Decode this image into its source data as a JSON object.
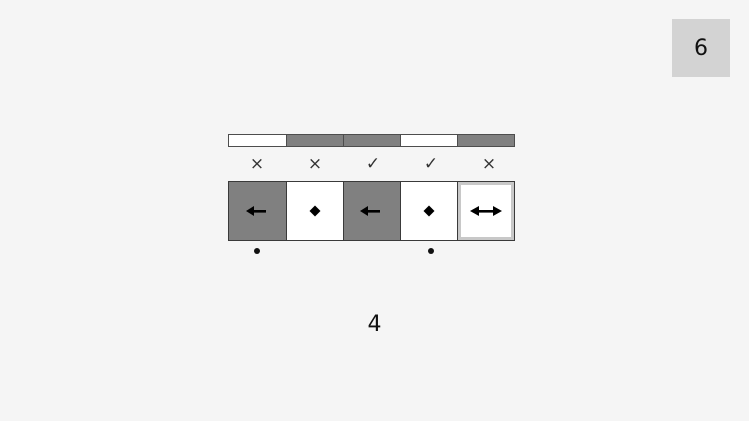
{
  "level": "6",
  "counter": "4",
  "colors": {
    "background": "#f5f5f5",
    "dark": "#808080",
    "light": "#ffffff",
    "badge": "#d3d3d3"
  },
  "indicators": [
    "light",
    "dark",
    "dark",
    "light",
    "dark"
  ],
  "marks": [
    "×",
    "×",
    "✓",
    "✓",
    "×"
  ],
  "tiles": [
    {
      "color": "dark",
      "icon": "arrow-left-icon",
      "dot": true,
      "selected": false
    },
    {
      "color": "light",
      "icon": "diamond-icon",
      "dot": false,
      "selected": false
    },
    {
      "color": "dark",
      "icon": "arrow-left-icon",
      "dot": false,
      "selected": false
    },
    {
      "color": "light",
      "icon": "diamond-icon",
      "dot": true,
      "selected": false
    },
    {
      "color": "light",
      "icon": "arrow-left-right-icon",
      "dot": false,
      "selected": true
    }
  ]
}
